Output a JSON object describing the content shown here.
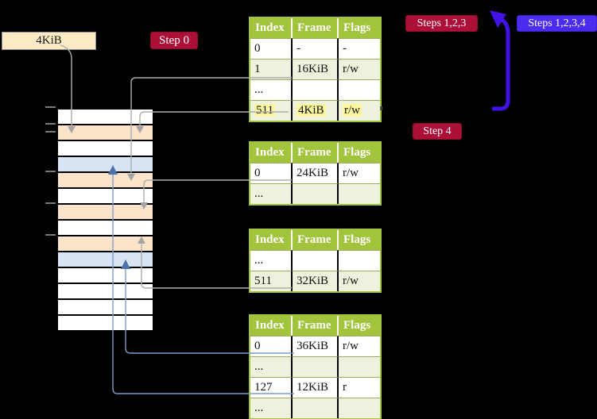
{
  "label_4kib": "4KiB",
  "badges": {
    "step0": "Step 0",
    "steps123": "Steps 1,2,3",
    "steps1234": "Steps 1,2,3,4",
    "step4": "Step 4"
  },
  "colors": {
    "background": "#000000",
    "table_header_green": "#a2c43c",
    "table_row_alt_green": "#eef2dd",
    "highlight_yellow": "#fcf69f",
    "badge_red": "#ac1038",
    "badge_blue": "#4b2bee",
    "label_wheat": "#fcebc5",
    "memory_orange": "#fce4cb",
    "memory_blue": "#d8e3f4",
    "memory_white": "#ffffff",
    "connector_gray": "#adadad",
    "connector_blue": "#7d9cc9",
    "big_arrow_blue": "#4012e8"
  },
  "memory": {
    "rows": [
      "white",
      "orange",
      "white",
      "blue",
      "orange",
      "white",
      "orange",
      "white",
      "orange",
      "blue",
      "white",
      "white",
      "white",
      "white"
    ],
    "palette": {
      "white": "#ffffff",
      "orange": "#fce4cb",
      "blue": "#d8e3f4"
    }
  },
  "tables": [
    {
      "headers": [
        "Index",
        "Frame",
        "Flags"
      ],
      "rows": [
        {
          "cells": [
            "0",
            "-",
            "-"
          ]
        },
        {
          "cells": [
            "1",
            "16KiB",
            "r/w"
          ]
        },
        {
          "cells": [
            "...",
            "",
            ""
          ]
        },
        {
          "cells": [
            "511",
            "4KiB",
            "r/w"
          ],
          "highlight": true
        }
      ]
    },
    {
      "headers": [
        "Index",
        "Frame",
        "Flags"
      ],
      "rows": [
        {
          "cells": [
            "0",
            "24KiB",
            "r/w"
          ]
        },
        {
          "cells": [
            "...",
            "",
            ""
          ]
        }
      ]
    },
    {
      "headers": [
        "Index",
        "Frame",
        "Flags"
      ],
      "rows": [
        {
          "cells": [
            "...",
            "",
            ""
          ]
        },
        {
          "cells": [
            "511",
            "32KiB",
            "r/w"
          ]
        }
      ]
    },
    {
      "headers": [
        "Index",
        "Frame",
        "Flags"
      ],
      "rows": [
        {
          "cells": [
            "0",
            "36KiB",
            "r/w"
          ]
        },
        {
          "cells": [
            "...",
            "",
            ""
          ]
        },
        {
          "cells": [
            "127",
            "12KiB",
            "r"
          ]
        },
        {
          "cells": [
            "...",
            "",
            ""
          ]
        }
      ]
    }
  ]
}
